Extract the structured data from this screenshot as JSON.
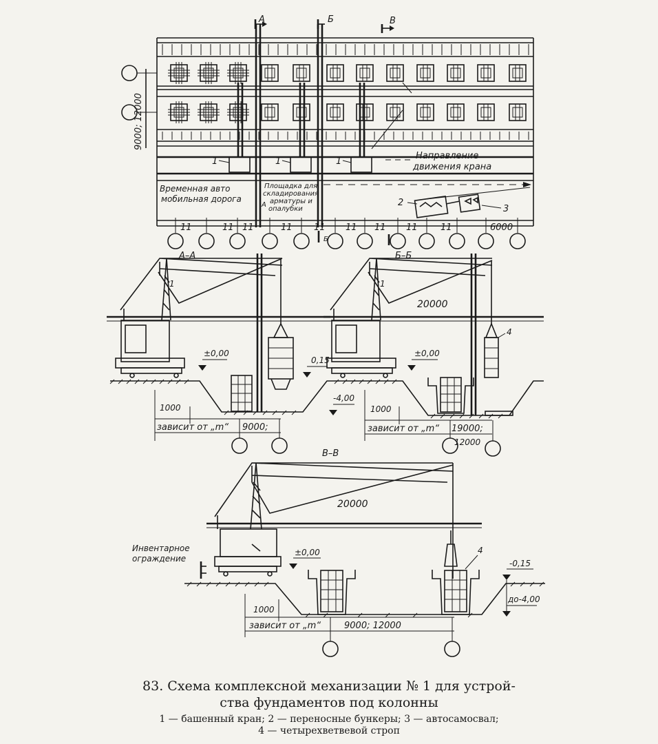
{
  "plan": {
    "section_marks": [
      "А",
      "Б",
      "В"
    ],
    "dim_vertical": "9000; 12000",
    "label_1": "1",
    "label_2": "2",
    "label_3": "3",
    "direction_line1": "Направление",
    "direction_line2": "движения крана",
    "road_line1": "Временная авто",
    "road_line2": "мобильная дорога",
    "site_line1": "Площадка для",
    "site_line2": "складирования",
    "site_line3": "арматуры и",
    "site_line4": "опалубки",
    "section_a_small": "А",
    "section_b_small": "Б",
    "spans": [
      "11",
      "11",
      "11",
      "11",
      "11",
      "11",
      "11",
      "11",
      "11"
    ],
    "span_last": "6000"
  },
  "section_aa": {
    "title": "А–А",
    "label_1": "1",
    "level_zero": "±0,00",
    "level_top": "0,15",
    "level_bottom": "-4,00",
    "dim_1000": "1000",
    "depends": "зависит от „m“",
    "dim_span": "9000;"
  },
  "section_bb": {
    "title": "Б–Б",
    "label_1": "1",
    "label_4": "4",
    "boom": "20000",
    "level_zero": "±0,00",
    "dim_1000": "1000",
    "depends": "зависит от „m“",
    "dim_span": "19000;",
    "dim_span2": "12000"
  },
  "section_vv": {
    "title": "В–В",
    "boom": "20000",
    "fence_line1": "Инвентарное",
    "fence_line2": "ограждение",
    "level_zero": "±0,00",
    "level_top": "-0,15",
    "level_bottom": "до-4,00",
    "label_4": "4",
    "dim_1000": "1000",
    "depends": "зависит от „m“",
    "dim_span": "9000; 12000"
  },
  "caption": {
    "title_line1": "83. Схема комплексной механизации № 1 для устрой-",
    "title_line2": "ства фундаментов под колонны",
    "legend_line1": "1 — башенный кран; 2 — переносные бункеры; 3 — автосамосвал;",
    "legend_line2": "4 — четырехветвевой строп"
  }
}
